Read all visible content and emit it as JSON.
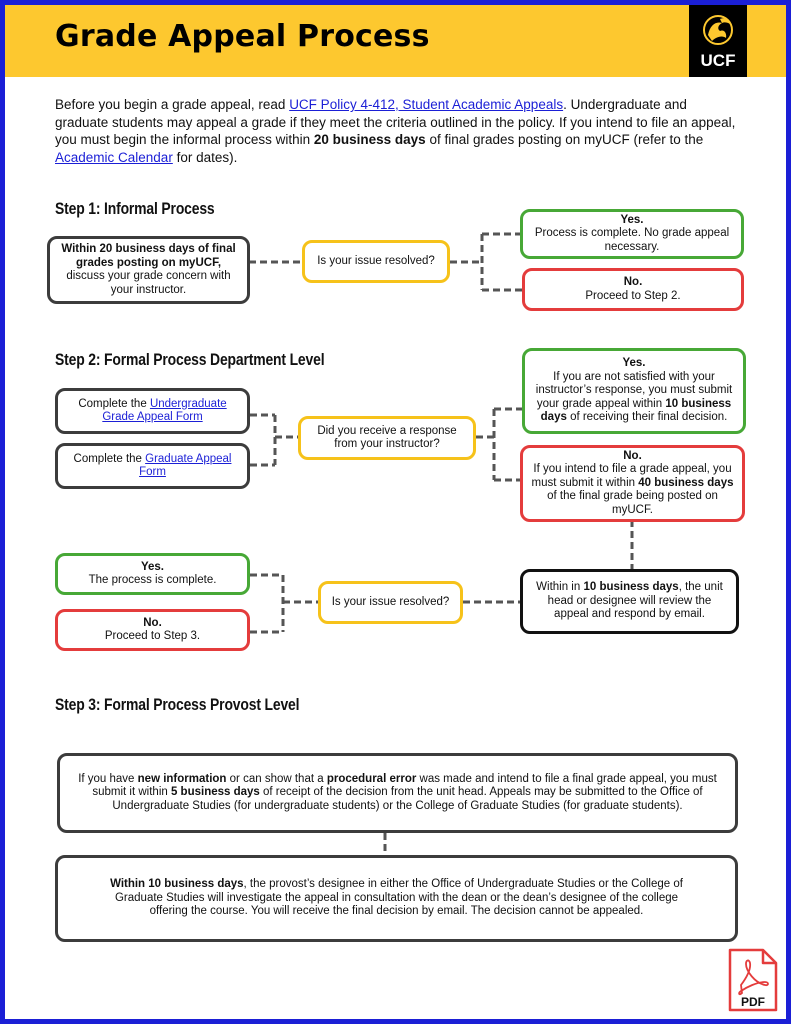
{
  "header": {
    "title": "Grade Appeal Process",
    "logo_text": "UCF",
    "bg_color": "#fdc82f"
  },
  "intro": {
    "t1": "Before you begin a grade appeal, read ",
    "link1": "UCF Policy 4-412, Student Academic Appeals",
    "t2": ". Undergraduate and graduate students may appeal a grade if they meet the criteria outlined in the policy. If you intend to file an appeal, you must begin the informal process within ",
    "bold1": "20 business days",
    "t3": " of final grades posting on myUCF (refer to the ",
    "link2": "Academic Calendar",
    "t4": " for dates)."
  },
  "step1": {
    "title": "Step 1: Informal Process",
    "start_bold": "Within 20 business days of final grades posting on myUCF,",
    "start_rest": " discuss your grade concern with your instructor.",
    "question": "Is your issue resolved?",
    "yes_head": "Yes.",
    "yes_text": "Process is complete. No grade appeal necessary.",
    "no_head": "No.",
    "no_text": "Proceed to Step 2."
  },
  "step2": {
    "title": "Step 2: Formal Process Department Level",
    "ug_pre": "Complete the ",
    "ug_link": "Undergraduate Grade Appeal Form",
    "gr_pre": "Complete the ",
    "gr_link": "Graduate Appeal Form",
    "question": "Did you receive a response from your instructor?",
    "yes_head": "Yes.",
    "yes_t1": "If you are not satisfied with your instructor’s response, you must submit your grade appeal within ",
    "yes_b1": "10 business days",
    "yes_t2": " of receiving their final decision.",
    "no_head": "No.",
    "no_t1": "If you intend to file a grade appeal, you must submit it within ",
    "no_b1": "40 business days",
    "no_t2": " of the final grade being posted on myUCF.",
    "review_t1": "Within in ",
    "review_b1": "10 business days",
    "review_t2": ", the unit head or designee will review the appeal and respond by email.",
    "question2": "Is your issue resolved?",
    "yes2_head": "Yes.",
    "yes2_text": "The process is complete.",
    "no2_head": "No.",
    "no2_text": "Proceed to Step 3."
  },
  "step3": {
    "title": "Step 3: Formal Process Provost Level",
    "box1_t1": "If you have ",
    "box1_b1": "new information",
    "box1_t2": " or can show that a ",
    "box1_b2": "procedural error",
    "box1_t3": " was made and intend to file a final grade appeal, you must submit it within ",
    "box1_b3": "5 business days",
    "box1_t4": " of receipt of the decision from the unit head. Appeals may be submitted to the Office of Undergraduate Studies (for undergraduate students) or the College of Graduate Studies (for graduate students).",
    "box2_b1": "Within 10 business days",
    "box2_t1": ", the provost’s designee in either the Office of Undergraduate Studies or the College of Graduate Studies will investigate the appeal in consultation with the dean or the dean’s designee of the college offering the course. You will receive the final decision by email. The decision cannot be appealed."
  },
  "pdf_icon": {
    "label": "PDF",
    "color": "#e43c3c"
  }
}
